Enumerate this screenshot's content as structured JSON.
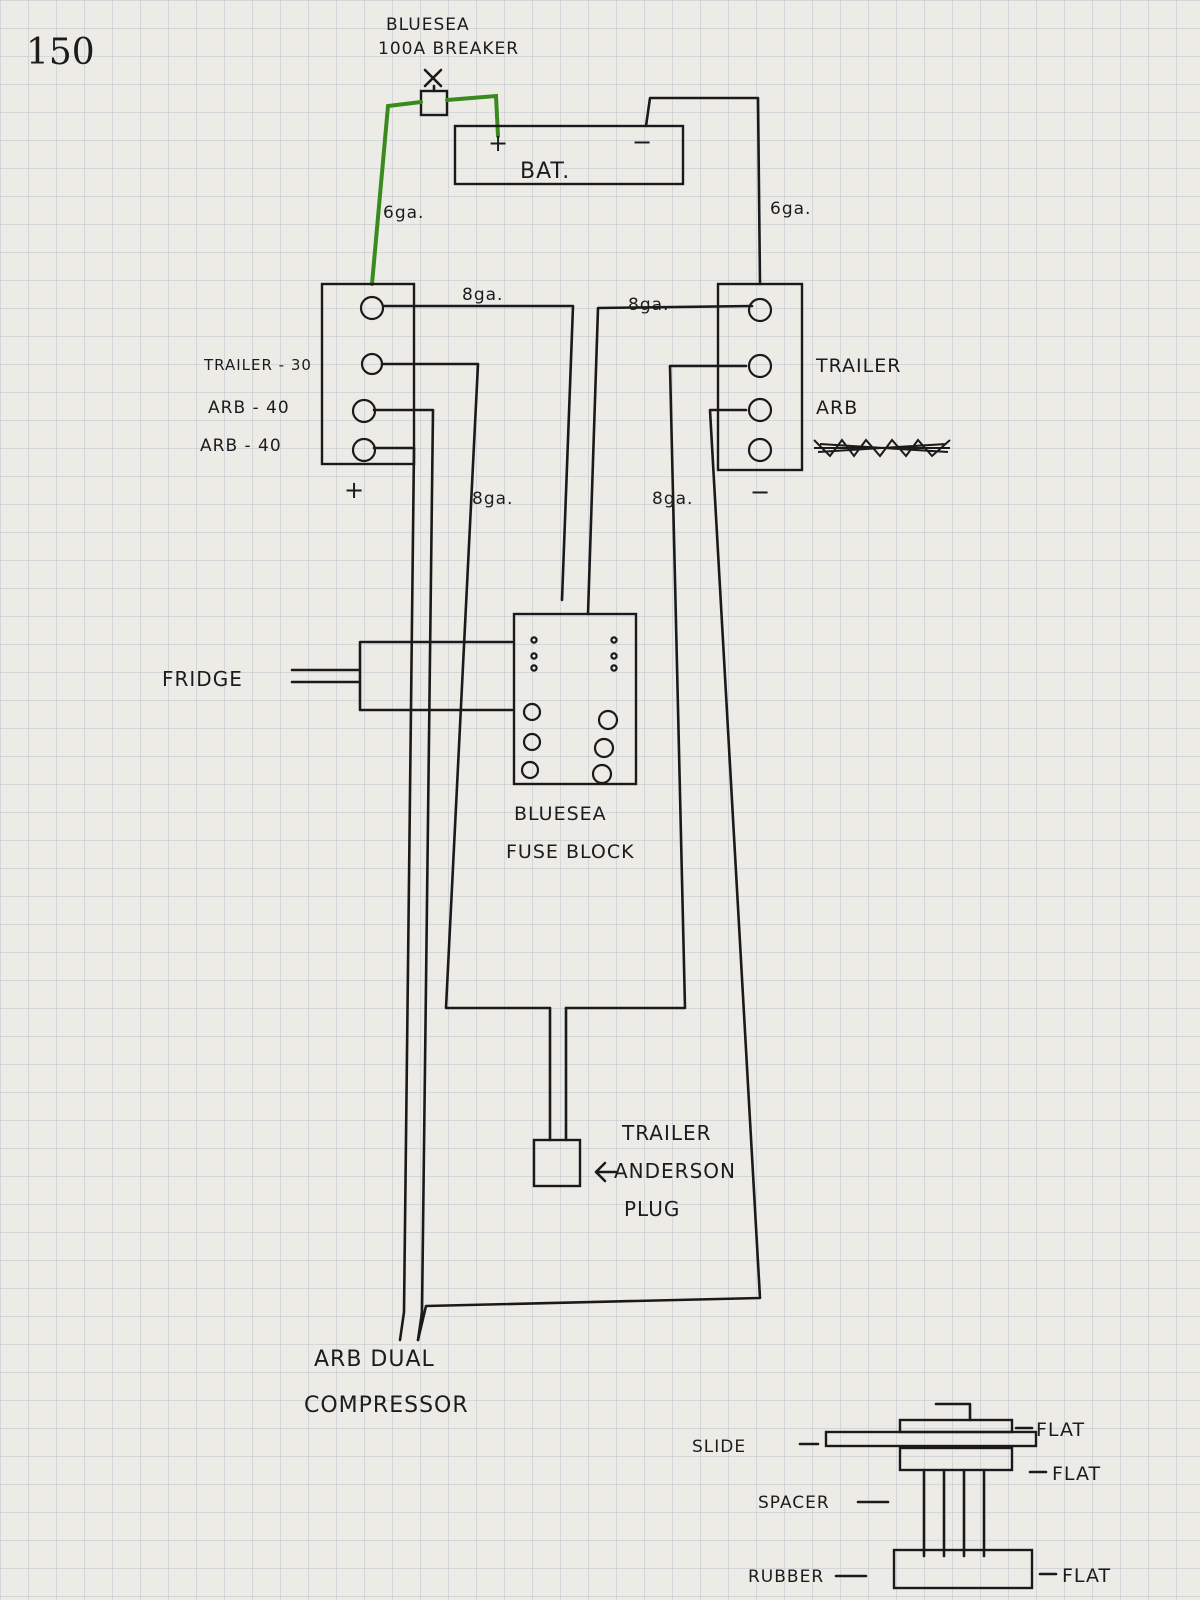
{
  "page_number": "150",
  "labels": {
    "breaker_line1": "BLUESEA",
    "breaker_line2": "100A BREAKER",
    "battery": "BAT.",
    "battery_plus": "+",
    "battery_minus": "−",
    "gauge_6_left": "6ga.",
    "gauge_6_right": "6ga.",
    "gauge_8_top_left": "8ga.",
    "gauge_8_top_right": "8ga.",
    "gauge_8_mid_left": "8ga.",
    "gauge_8_mid_right": "8ga.",
    "pos_bus_sign": "+",
    "neg_bus_sign": "−",
    "pos_trailer": "TRAILER - 30",
    "pos_arb_1": "ARB - 40",
    "pos_arb_2": "ARB - 40",
    "neg_trailer": "TRAILER",
    "neg_arb": "ARB",
    "fridge": "FRIDGE",
    "fuse_block_line1": "BLUESEA",
    "fuse_block_line2": "FUSE BLOCK",
    "plug_line1": "TRAILER",
    "plug_line2": "ANDERSON",
    "plug_line3": "PLUG",
    "compressor_line1": "ARB DUAL",
    "compressor_line2": "COMPRESSOR",
    "mount_slide": "SLIDE",
    "mount_spacer": "SPACER",
    "mount_rubber": "RUBBER",
    "mount_flat_1": "FLAT",
    "mount_flat_2": "FLAT",
    "mount_flat_3": "FLAT"
  },
  "colors": {
    "ink": "#1a1a1a",
    "positive_wire": "#3a8a1e",
    "paper": "#ecebe6",
    "grid": "#b9c3cc"
  }
}
